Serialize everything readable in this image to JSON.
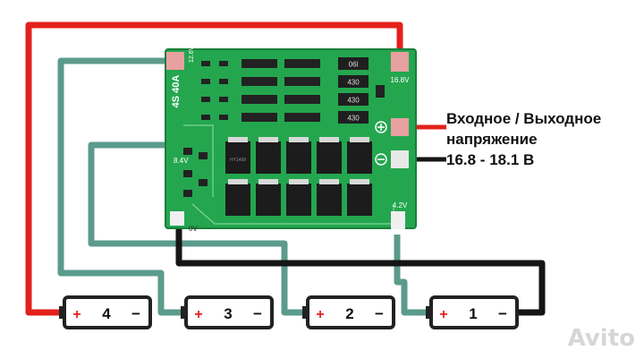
{
  "board": {
    "model_label": "4S 40A",
    "pad_labels": {
      "top_right": "16.8V",
      "mid_left": "8.4V",
      "bottom_left": "0V",
      "bottom_right": "4.2V",
      "top_left": "12.6V"
    },
    "resistor_labels": [
      "06l",
      "430",
      "430",
      "430"
    ],
    "mosfet_label": "HY1408"
  },
  "io_label": {
    "line1": "Входное / Выходное",
    "line2": "напряжение",
    "line3": "16.8 - 18.1 В"
  },
  "batteries": [
    {
      "number": "4",
      "plus": "+",
      "minus": "−"
    },
    {
      "number": "3",
      "plus": "+",
      "minus": "−"
    },
    {
      "number": "2",
      "plus": "+",
      "minus": "−"
    },
    {
      "number": "1",
      "plus": "+",
      "minus": "−"
    }
  ],
  "colors": {
    "red_wire": "#e3211c",
    "black_wire": "#151515",
    "teal_wire": "#5b9b8c",
    "pcb_green": "#24a64f",
    "pad_pink": "#e8a0a0"
  },
  "watermark": "Avito"
}
